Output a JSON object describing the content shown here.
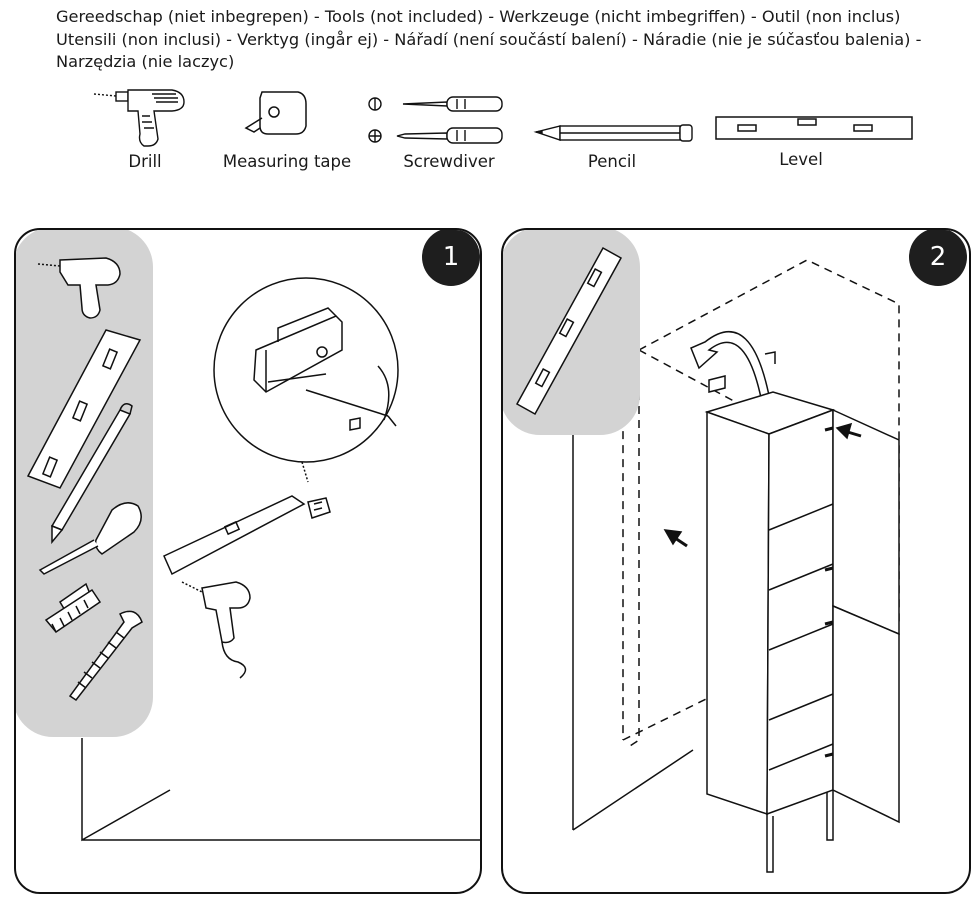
{
  "header": {
    "lines": [
      "Gereedschap (niet inbegrepen) - Tools (not included) -  Werkzeuge (nicht imbegriffen) - Outil (non inclus)",
      "Utensili (non inclusi) - Verktyg (ingår ej) - Nářadí (není součástí balení) - Náradie (nie je súčasťou balenia) -",
      "Narzędzia (nie laczyc)"
    ]
  },
  "tools": [
    {
      "label": "Drill",
      "icon": "drill-icon"
    },
    {
      "label": "Measuring tape",
      "icon": "measuring-tape-icon"
    },
    {
      "label": "Screwdiver",
      "icon": "screwdriver-icon"
    },
    {
      "label": "Pencil",
      "icon": "pencil-icon"
    },
    {
      "label": "Level",
      "icon": "level-icon"
    }
  ],
  "steps": [
    {
      "number": "1"
    },
    {
      "number": "2"
    }
  ],
  "colors": {
    "ink": "#1a1a1a",
    "panel_shade": "#d3d3d3",
    "badge": "#1e1e1e"
  }
}
